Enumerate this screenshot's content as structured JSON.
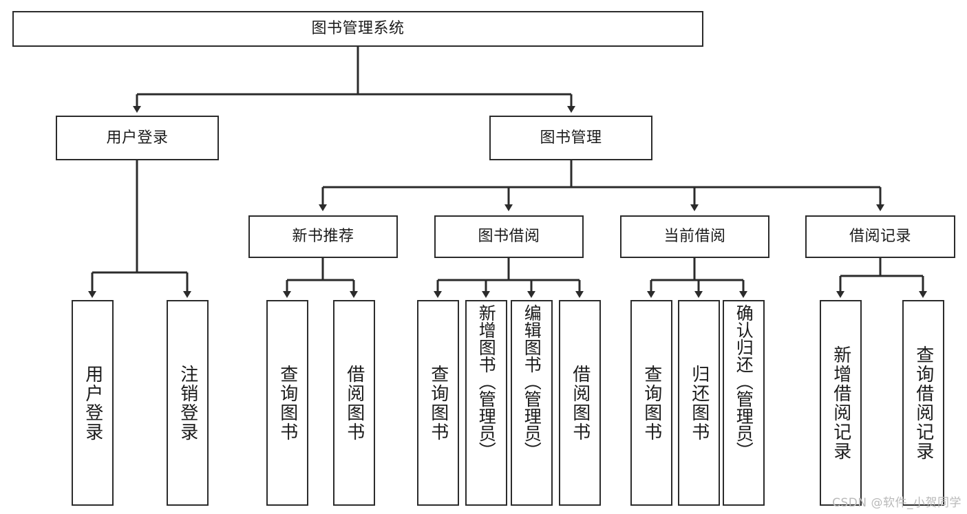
{
  "diagram": {
    "type": "tree-hierarchy-chart",
    "title": "图书管理系统",
    "watermark": "CSDN @软件_小贺同学",
    "colors": {
      "box_border": "#2b2b2b",
      "box_fill": "#ffffff",
      "connector": "#2b2b2b",
      "text": "#1b1b1b",
      "watermark": "#b9b9b9"
    },
    "root": {
      "label": "图书管理系统"
    },
    "level2": [
      {
        "label": "用户登录"
      },
      {
        "label": "图书管理"
      }
    ],
    "level3": [
      {
        "label": "新书推荐"
      },
      {
        "label": "图书借阅"
      },
      {
        "label": "当前借阅"
      },
      {
        "label": "借阅记录"
      }
    ],
    "leaves": {
      "user_login": [
        {
          "label": "用户登录"
        },
        {
          "label": "注销登录"
        }
      ],
      "new_book_recommend": [
        {
          "label": "查询图书"
        },
        {
          "label": "借阅图书"
        }
      ],
      "book_borrow": [
        {
          "label": "查询图书"
        },
        {
          "label": "新增图书（管理员）"
        },
        {
          "label": "编辑图书（管理员）"
        },
        {
          "label": "借阅图书"
        }
      ],
      "current_borrow": [
        {
          "label": "查询图书"
        },
        {
          "label": "归还图书"
        },
        {
          "label": "确认归还（管理员）"
        }
      ],
      "borrow_records": [
        {
          "label": "新增借阅记录"
        },
        {
          "label": "查询借阅记录"
        }
      ]
    }
  }
}
